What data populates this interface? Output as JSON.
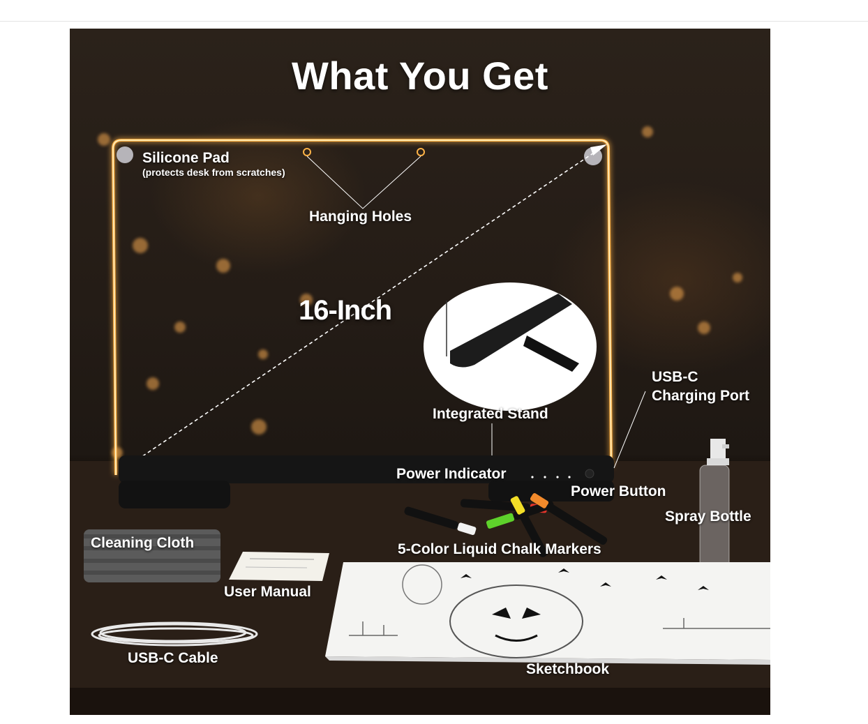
{
  "title": "What You Get",
  "size_label": "16-Inch",
  "labels": {
    "silicone_pad": "Silicone Pad",
    "silicone_pad_note": "(protects desk from scratches)",
    "hanging_holes": "Hanging Holes",
    "integrated_stand": "Integrated Stand",
    "usbc_port_line1": "USB-C",
    "usbc_port_line2": "Charging Port",
    "power_indicator": "Power Indicator",
    "power_button": "Power Button",
    "spray_bottle": "Spray Bottle",
    "markers": "5-Color Liquid Chalk Markers",
    "cleaning_cloth": "Cleaning Cloth",
    "user_manual": "User Manual",
    "usbc_cable": "USB-C Cable",
    "sketchbook": "Sketchbook"
  },
  "colors": {
    "glow": "#ffb347",
    "background": "#241c16",
    "text": "#ffffff"
  }
}
